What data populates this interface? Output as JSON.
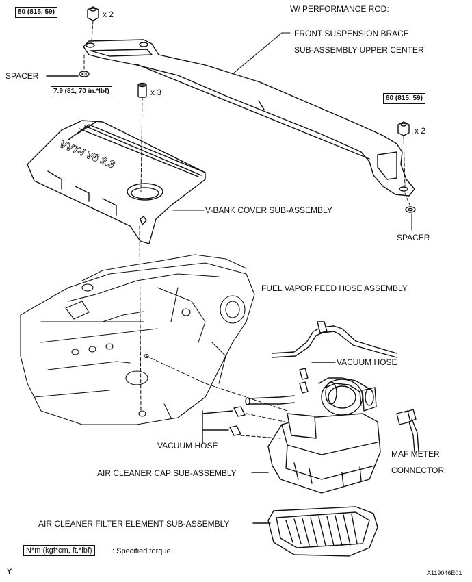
{
  "header": {
    "title": "W/ PERFORMANCE ROD:"
  },
  "torque_specs": {
    "front_nut": "80 (815, 59)",
    "rear_nut": "80 (815, 59)",
    "cover_bolt": "7.9 (81, 70 in.*lbf)"
  },
  "quantities": {
    "front_nut": "x 2",
    "cover_bolt": "x 3",
    "rear_nut": "x 2"
  },
  "parts": {
    "brace_line1": "FRONT SUSPENSION BRACE",
    "brace_line2": "SUB-ASSEMBLY UPPER CENTER",
    "spacer_left": "SPACER",
    "spacer_right": "SPACER",
    "vbank_cover": "V-BANK COVER SUB-ASSEMBLY",
    "fuel_vapor_hose": "FUEL VAPOR FEED HOSE ASSEMBLY",
    "vacuum_hose_upper": "VACUUM HOSE",
    "vacuum_hose_lower": "VACUUM HOSE",
    "maf_line1": "MAF METER",
    "maf_line2": "CONNECTOR",
    "air_cleaner_cap": "AIR CLEANER CAP SUB-ASSEMBLY",
    "filter_element": "AIR CLEANER FILTER ELEMENT SUB-ASSEMBLY"
  },
  "cover_emblem": "VVT-i V6 3.3",
  "legend": {
    "unit": "N*m (kgf*cm, ft.*lbf)",
    "text": ": Specified torque"
  },
  "footer": {
    "left_mark": "Y",
    "code": "A119046E01"
  }
}
